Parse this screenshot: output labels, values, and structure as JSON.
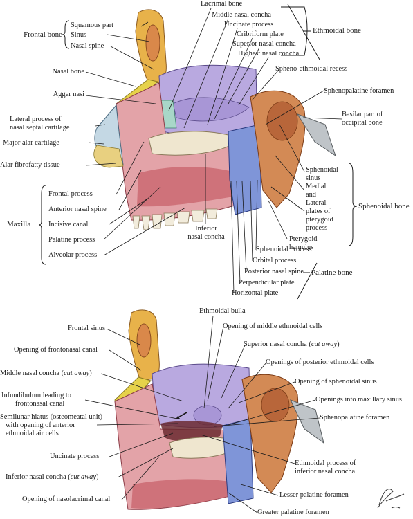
{
  "top": {
    "frontal_bone_group": "Frontal bone",
    "squamous_part": "Squamous part",
    "sinus": "Sinus",
    "nasal_spine": "Nasal spine",
    "nasal_bone": "Nasal bone",
    "agger_nasi": "Agger nasi",
    "lateral_process_1": "Lateral process of",
    "lateral_process_2": "nasal septal cartilage",
    "major_alar": "Major alar cartilage",
    "alar_fibrofatty": "Alar fibrofatty tissue",
    "maxilla_group": "Maxilla",
    "frontal_process": "Frontal process",
    "anterior_nasal_spine": "Anterior nasal spine",
    "incisive_canal": "Incisive canal",
    "palatine_process": "Palatine process",
    "alveolar_process": "Alveolar process",
    "inferior_concha_1": "Inferior",
    "inferior_concha_2": "nasal concha",
    "lacrimal_bone": "Lacrimal bone",
    "middle_nasal_concha": "Middle nasal concha",
    "uncinate_process": "Uncinate process",
    "cribriform_plate": "Cribriform plate",
    "superior_nasal_concha": "Superior nasal concha",
    "highest_nasal_concha": "Highest nasal concha",
    "ethmoidal_bone_group": "Ethmoidal bone",
    "spheno_ethmoidal_recess": "Spheno-ethmoidal recess",
    "sphenopalatine_foramen": "Sphenopalatine foramen",
    "basilar_1": "Basilar part of",
    "basilar_2": "occipital bone",
    "sphenoidal_sinus_1": "Sphenoidal",
    "sphenoidal_sinus_2": "sinus",
    "plates_1": "Medial",
    "plates_2": "and",
    "plates_3": "Lateral",
    "plates_4": "plates of",
    "plates_5": "pterygoid",
    "plates_6": "process",
    "hamulus_1": "Pterygoid",
    "hamulus_2": "hamulus",
    "sphenoidal_bone_group": "Sphenoidal bone",
    "sphenoidal_process": "Sphenoidal process",
    "orbital_process": "Orbital process",
    "posterior_nasal_spine": "Posterior nasal spine",
    "perpendicular_plate": "Perpendicular plate",
    "horizontal_plate": "Horizontal plate",
    "palatine_bone_group": "Palatine bone"
  },
  "bottom": {
    "frontal_sinus": "Frontal sinus",
    "opening_frontonasal": "Opening of frontonasal canal",
    "middle_concha_cut": "Middle nasal concha ",
    "cut_away": "cut away",
    "infundibulum_1": "Infundibulum leading to",
    "infundibulum_2": "frontonasal canal",
    "semilunar_1": "Semilunar hiatus (osteomeatal unit)",
    "semilunar_2": "with opening of anterior",
    "semilunar_3": "ethmoidal air cells",
    "uncinate_process": "Uncinate process",
    "inferior_concha_cut": "Inferior nasal concha ",
    "opening_nasolacrimal": "Opening of nasolacrimal canal",
    "ethmoidal_bulla": "Ethmoidal bulla",
    "opening_middle_ethmoidal": "Opening of middle ethmoidal cells",
    "superior_concha_cut": "Superior nasal concha ",
    "openings_posterior_ethmoidal": "Openings of posterior ethmoidal cells",
    "opening_sphenoidal_sinus": "Opening of sphenoidal sinus",
    "openings_maxillary": "Openings into maxillary sinus",
    "sphenopalatine_foramen": "Sphenopalatine foramen",
    "ethmoidal_process_1": "Ethmoidal process of",
    "ethmoidal_process_2": "inferior nasal concha",
    "lesser_palatine": "Lesser palatine foramen",
    "greater_palatine": "Greater palatine foramen"
  },
  "colors": {
    "frontal": "#e8b24a",
    "sinus": "#d9884a",
    "nasal_bone": "#e6d24a",
    "ethmoid": "#b9a9e0",
    "lacrimal": "#a8d7c8",
    "maxilla": "#e3a3a8",
    "maxilla_dark": "#c9656e",
    "sphenoid": "#d38a55",
    "palatine": "#7f95d8",
    "occipital": "#bfc4c8",
    "cartilage": "#c4d8e4",
    "teeth": "#f2ecdc"
  }
}
